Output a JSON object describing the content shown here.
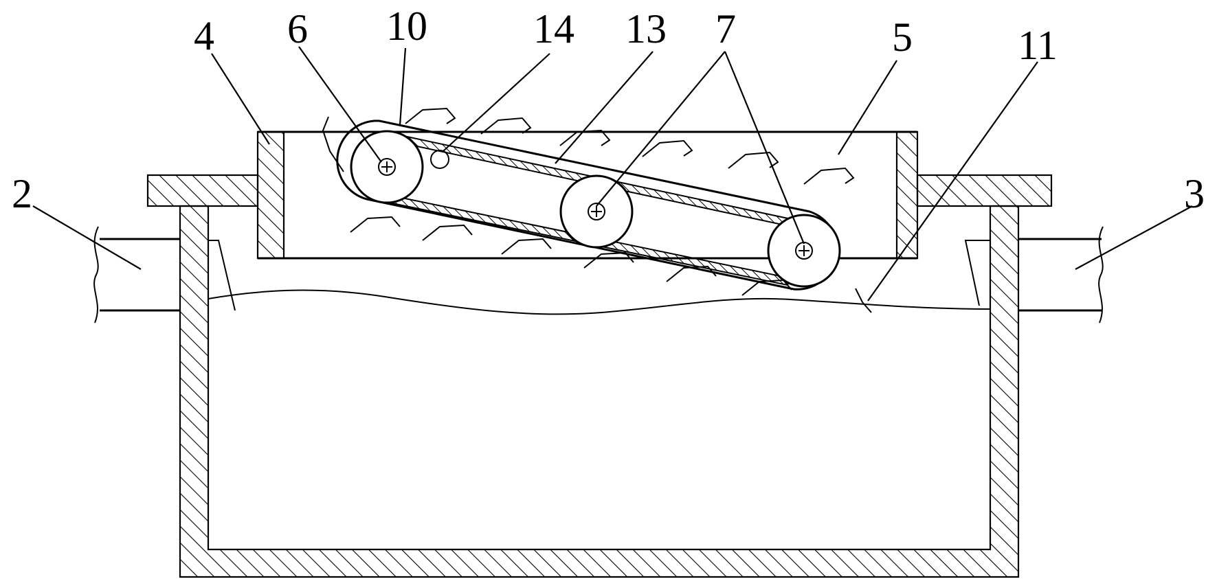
{
  "labels": {
    "l2": "2",
    "l3": "3",
    "l4": "4",
    "l5": "5",
    "l6": "6",
    "l7": "7",
    "l10": "10",
    "l11": "11",
    "l13": "13",
    "l14": "14"
  }
}
